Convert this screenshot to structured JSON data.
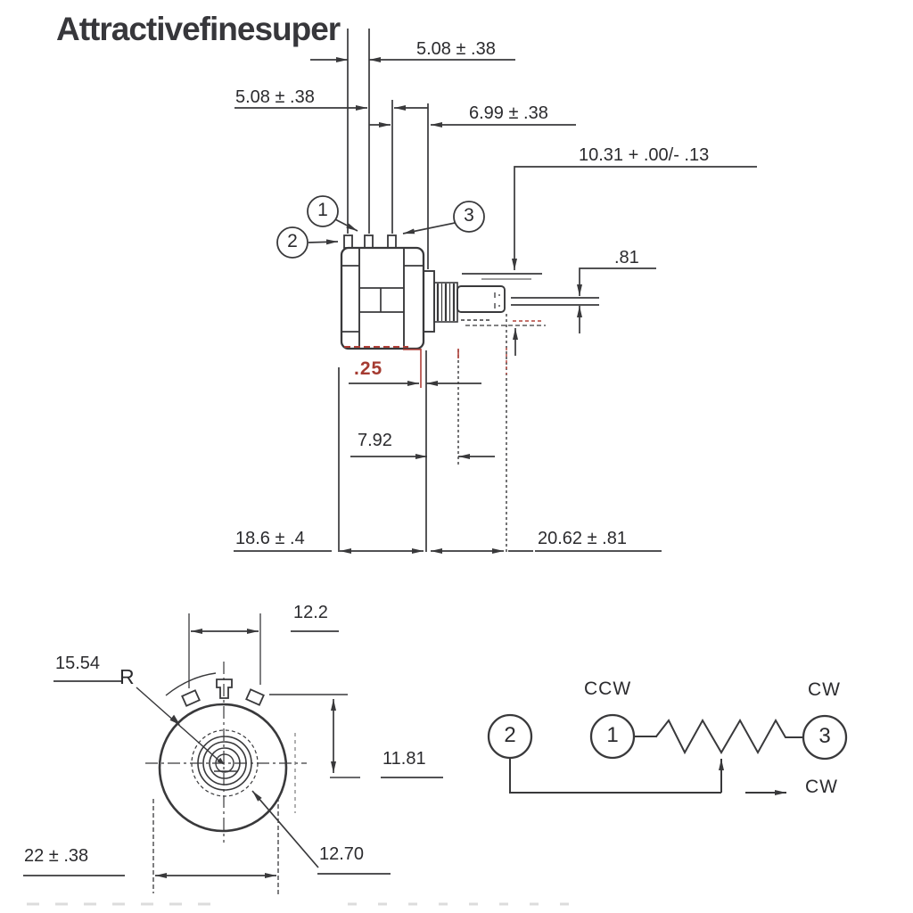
{
  "watermark": "Attractivefinesuper",
  "side_view": {
    "dim_pin_gap_top": "5.08 ± .38",
    "dim_pin_gap_left": "5.08 ± .38",
    "dim_pin_to_face": "6.99 ± .38",
    "dim_bushing_od": "10.31 + .00/- .13",
    "dim_shaft_flat": ".81",
    "dim_washer": ".25",
    "dim_bushing_length": "7.92",
    "dim_body_depth": "18.6 ± .4",
    "dim_shaft_extension": "20.62 ± .81",
    "terminal_1": "1",
    "terminal_2": "2",
    "terminal_3": "3"
  },
  "front_view": {
    "dim_terminal_span": "12.2",
    "dim_radius": "15.54",
    "radius_suffix": "R",
    "dim_terminal_height": "11.81",
    "dim_body_diameter": "22 ± .38",
    "dim_bushing_diameter": "12.70"
  },
  "schematic": {
    "ccw_label": "CCW",
    "cw_label": "CW",
    "cw_rotation_label": "CW",
    "terminal_1": "1",
    "terminal_2": "2",
    "terminal_3": "3"
  },
  "colors": {
    "ink": "#39393b",
    "accent_red": "#a53b31",
    "logo": "#37373b"
  }
}
